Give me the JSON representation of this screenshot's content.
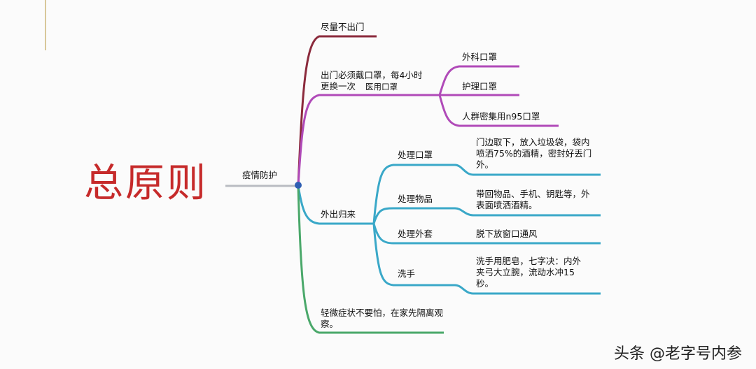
{
  "principle_title": "总原则",
  "root_label": "疫情防护",
  "branches": {
    "stay_home": "尽量不出门",
    "mask_required_line1": "出门必须戴口罩，每4小时",
    "mask_required_line2": "更换一次",
    "mask_required_medical": "医用口罩",
    "mask_types": [
      "外科口罩",
      "护理口罩",
      "人群密集用n95口罩"
    ],
    "return_home": "外出归来",
    "mild_symptoms": "轻微症状不要怕，在家先隔离观察。"
  },
  "return_items": [
    {
      "label": "处理口罩",
      "detail": "门边取下，放入垃圾袋，袋内喷洒75%的酒精，密封好丢门外。"
    },
    {
      "label": "处理物品",
      "detail": "带回物品、手机、钥匙等，外表面喷洒酒精。"
    },
    {
      "label": "处理外套",
      "detail": "脱下放窗口通风"
    },
    {
      "label": "洗手",
      "detail": "洗手用肥皂，七字决：内外夹弓大立腕，流动水冲15秒。"
    }
  ],
  "branch_colors": {
    "stay_home": "#8b2a3c",
    "mask": "#b04ab8",
    "return_home": "#3aa8c8",
    "mild": "#4aa86a",
    "root": "#b9bcc2"
  },
  "watermark": "头条 @老字号内参"
}
